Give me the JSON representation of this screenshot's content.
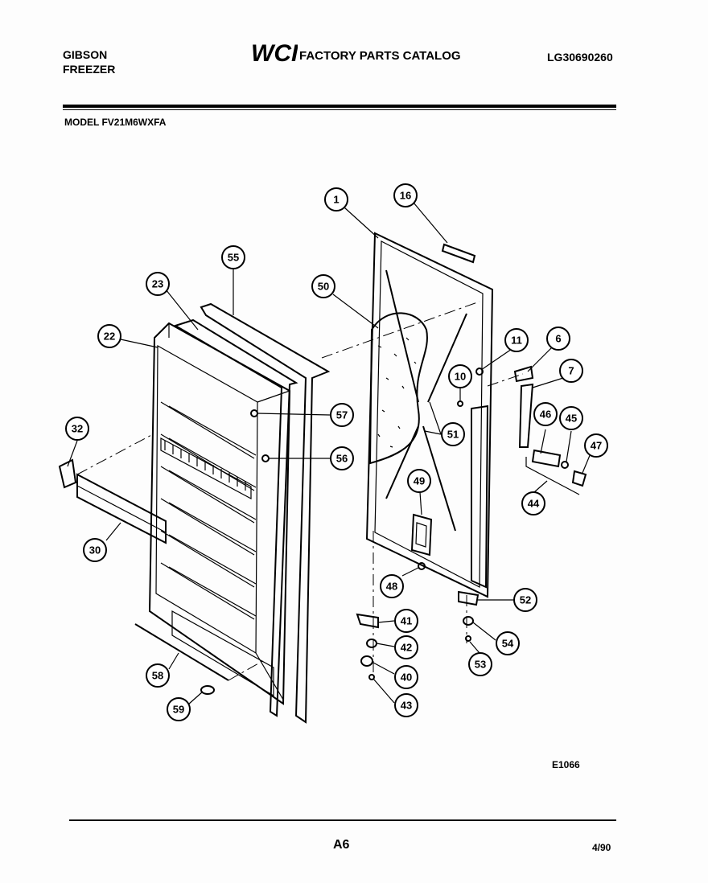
{
  "header": {
    "brand": "GIBSON",
    "product": "FREEZER",
    "logo_text": "WCI",
    "catalog_title": "FACTORY PARTS CATALOG",
    "catalog_number": "LG30690260",
    "model_line": "MODEL FV21M6WXFA"
  },
  "diagram": {
    "drawing_code": "E1066",
    "callouts": [
      "1",
      "16",
      "55",
      "23",
      "22",
      "50",
      "11",
      "6",
      "7",
      "10",
      "46",
      "45",
      "47",
      "57",
      "56",
      "51",
      "32",
      "30",
      "49",
      "44",
      "48",
      "52",
      "41",
      "42",
      "40",
      "43",
      "54",
      "53",
      "58",
      "59"
    ]
  },
  "footer": {
    "page_code": "A6",
    "date": "4/90"
  }
}
